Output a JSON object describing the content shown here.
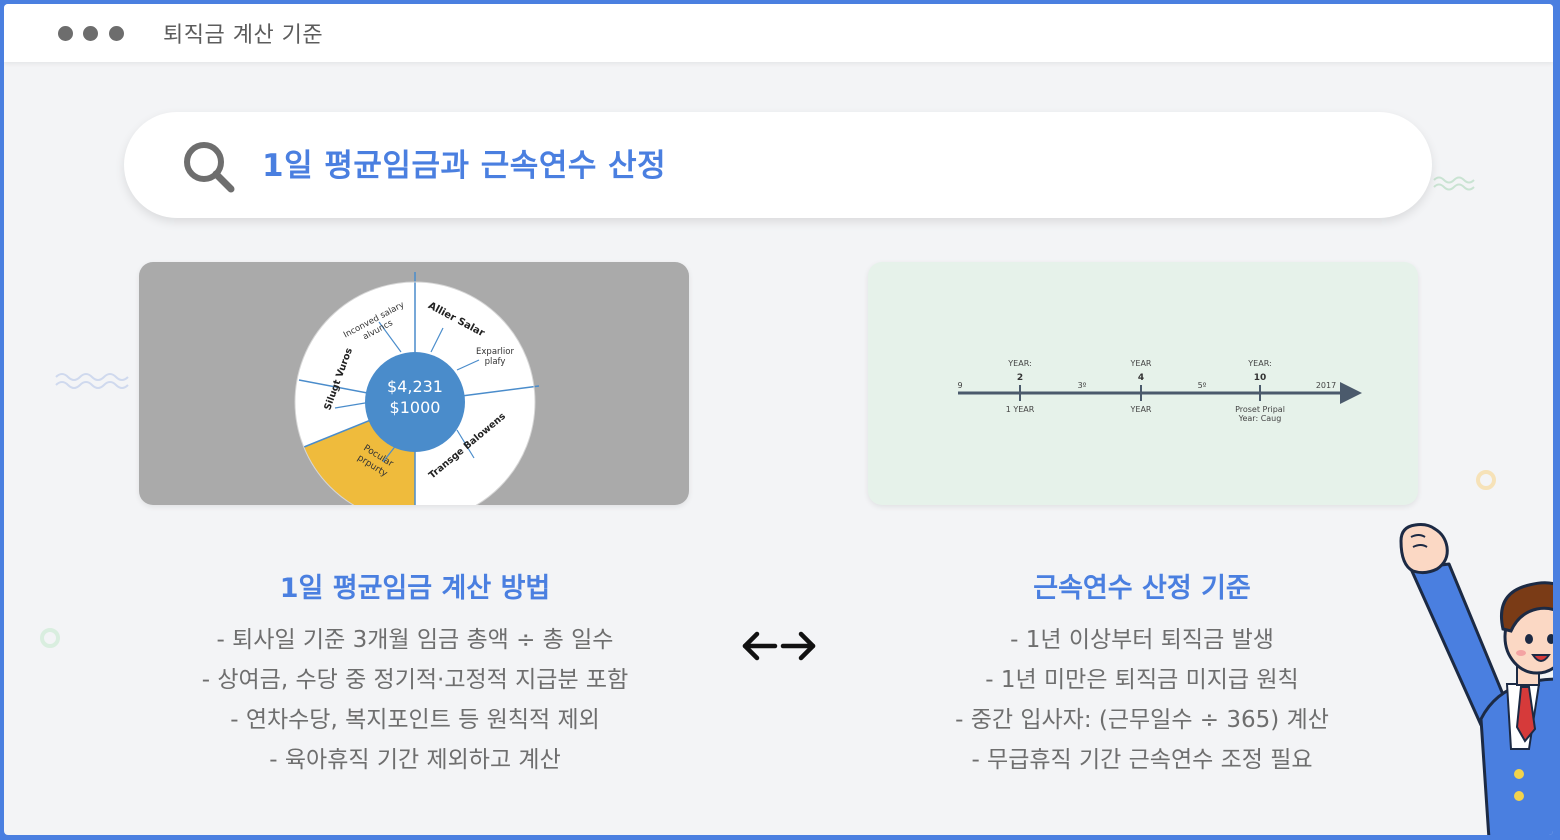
{
  "window": {
    "title": "퇴직금 계산 기준"
  },
  "search": {
    "title": "1일 평균임금과 근속연수 산정"
  },
  "pie": {
    "center": [
      "$4,231",
      "$1000"
    ],
    "labels": {
      "top_left": [
        "Inconved salary",
        "alvuncs"
      ],
      "top_right": "Allier Salar",
      "right": [
        "Exparlior",
        "plafy"
      ],
      "left": "Silugt Vuros",
      "bottom_left": [
        "Pocular",
        "prpurty"
      ],
      "bottom_right": "Transge Balowens"
    },
    "colors": {
      "white": "#ffffff",
      "yellow": "#efbb3c",
      "center": "#4a8ccb",
      "stroke": "#4a8ccb"
    }
  },
  "timeline": {
    "start": "9",
    "end": "2017",
    "minor": [
      "3º",
      "5º"
    ],
    "ticks": [
      {
        "top1": "YEAR:",
        "top2": "2",
        "bottom": [
          "1 YEAR"
        ]
      },
      {
        "top1": "YEAR",
        "top2": "4",
        "bottom": [
          "YEAR"
        ]
      },
      {
        "top1": "YEAR:",
        "top2": "10",
        "bottom": [
          "Proset Pripal",
          "Year: Caug"
        ]
      }
    ]
  },
  "left_section": {
    "heading": "1일 평균임금 계산 방법",
    "items": [
      "- 퇴사일 기준 3개월 임금 총액 ÷ 총 일수",
      "- 상여금, 수당 중 정기적·고정적 지급분 포함",
      "- 연차수당, 복지포인트 등 원칙적 제외",
      "- 육아휴직 기간 제외하고 계산"
    ]
  },
  "right_section": {
    "heading": "근속연수 산정 기준",
    "items": [
      "- 1년 이상부터 퇴직금 발생",
      "- 1년 미만은 퇴직금 미지급 원칙",
      "- 중간 입사자: (근무일수 ÷ 365) 계산",
      "- 무급휴직 기간 근속연수 조정 필요"
    ]
  },
  "icons": {
    "search": "search-icon",
    "arrows": "left-right-arrow-icon",
    "character": "cheering-businessman-icon"
  },
  "colors": {
    "accent": "#4a7fe0",
    "frame": "#4a7fe0",
    "text_gray": "#6e6e6e"
  }
}
